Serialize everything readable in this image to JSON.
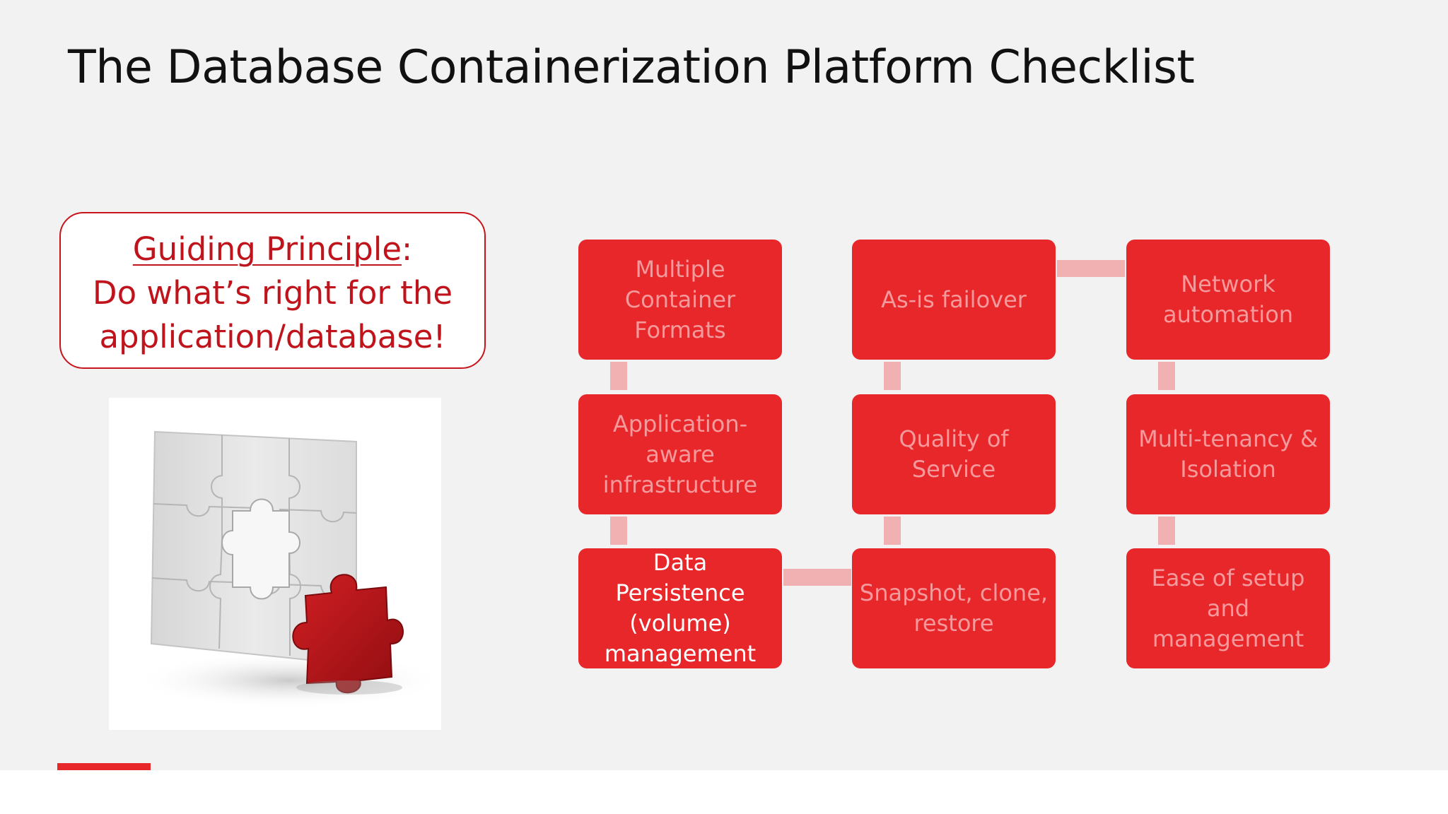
{
  "slide": {
    "title": "The Database Containerization Platform Checklist",
    "principle": {
      "heading": "Guiding Principle",
      "colon": ":",
      "line1": "Do what’s right for the",
      "line2": "application/database!"
    },
    "image": {
      "subject": "puzzle-piece-illustration"
    },
    "checklist": {
      "col1": [
        "Multiple Container Formats",
        "Application-aware infrastructure",
        "Data Persistence (volume) management"
      ],
      "col2": [
        "As-is failover",
        "Quality of Service",
        "Snapshot, clone, restore"
      ],
      "col3": [
        "Network automation",
        "Multi-tenancy & Isolation",
        "Ease of setup and management"
      ],
      "highlighted_item": "Data Persistence (volume) management"
    },
    "colors": {
      "accent": "#e8272b",
      "box_text_dim": "#f59a9c",
      "box_text_active": "#ffffff",
      "connector": "#f1b0b2",
      "principle_text": "#c0141c",
      "background": "#f2f2f2"
    }
  }
}
